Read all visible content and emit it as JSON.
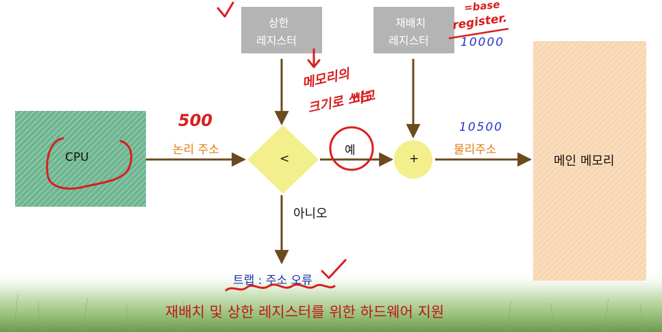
{
  "diagram": {
    "cpu": "CPU",
    "limit_register": [
      "상한",
      "레지스터"
    ],
    "relocation_register": [
      "재배치",
      "레지스터"
    ],
    "logical_address": "논리 주소",
    "compare_symbol": "<",
    "yes": "예",
    "add_symbol": "+",
    "physical_address": "물리주소",
    "main_memory": "메인 메모리",
    "no": "아니오",
    "trap": "트랩 : 주소 오류",
    "caption": "재배치 및 상한 레지스터를 위한 하드웨어 지원"
  },
  "annotations": {
    "base_register_note": [
      "=base",
      "register."
    ],
    "relocation_value": "10000",
    "logical_value": "500",
    "physical_value": "10500",
    "memory_size_note": [
      "메모리의",
      "크기로 쓰는",
      "비교"
    ]
  },
  "colors": {
    "cpu_fill": "#6fb591",
    "register_fill": "#b4b4b4",
    "compare_fill": "#f2ef8c",
    "add_fill": "#f2ef8c",
    "memory_fill": "#f7d3ad",
    "arrow": "#6b4a1e",
    "orange_text": "#e07d10",
    "blue_text": "#1a2fb0",
    "caption_text": "#c1121f",
    "handwriting": "#d91e1e",
    "handwriting_blue": "#2233cc"
  }
}
